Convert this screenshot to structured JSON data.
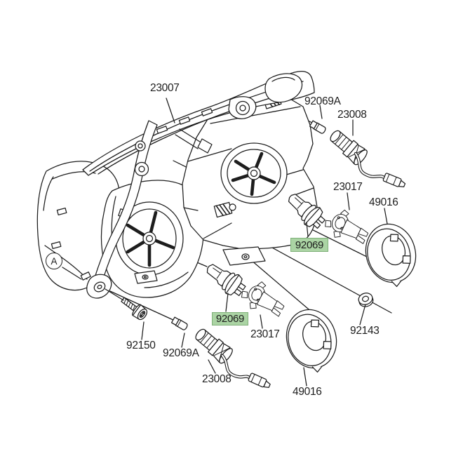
{
  "figure": {
    "kind": "exploded-parts-diagram",
    "subject": "headlight assembly",
    "background": "#ffffff",
    "line_color": "#1d1d1d",
    "highlight": {
      "fill": "#abd4a4",
      "border": "#7fb079",
      "text_color": "#1d1d1d"
    }
  },
  "callouts": [
    {
      "id": "23007",
      "text": "23007",
      "highlighted": false
    },
    {
      "id": "92069a-top",
      "text": "92069A",
      "highlighted": false
    },
    {
      "id": "23008-top",
      "text": "23008",
      "highlighted": false
    },
    {
      "id": "23017-top",
      "text": "23017",
      "highlighted": false
    },
    {
      "id": "49016-top",
      "text": "49016",
      "highlighted": false
    },
    {
      "id": "92069-top",
      "text": "92069",
      "highlighted": true
    },
    {
      "id": "92143",
      "text": "92143",
      "highlighted": false
    },
    {
      "id": "92069-bottom",
      "text": "92069",
      "highlighted": true
    },
    {
      "id": "23017-bottom",
      "text": "23017",
      "highlighted": false
    },
    {
      "id": "92150",
      "text": "92150",
      "highlighted": false
    },
    {
      "id": "92069a-bottom",
      "text": "92069A",
      "highlighted": false
    },
    {
      "id": "23008-bottom",
      "text": "23008",
      "highlighted": false
    },
    {
      "id": "49016-bottom",
      "text": "49016",
      "highlighted": false
    }
  ],
  "view_marker": {
    "text": "A"
  },
  "highlighted_part_number": "92069"
}
